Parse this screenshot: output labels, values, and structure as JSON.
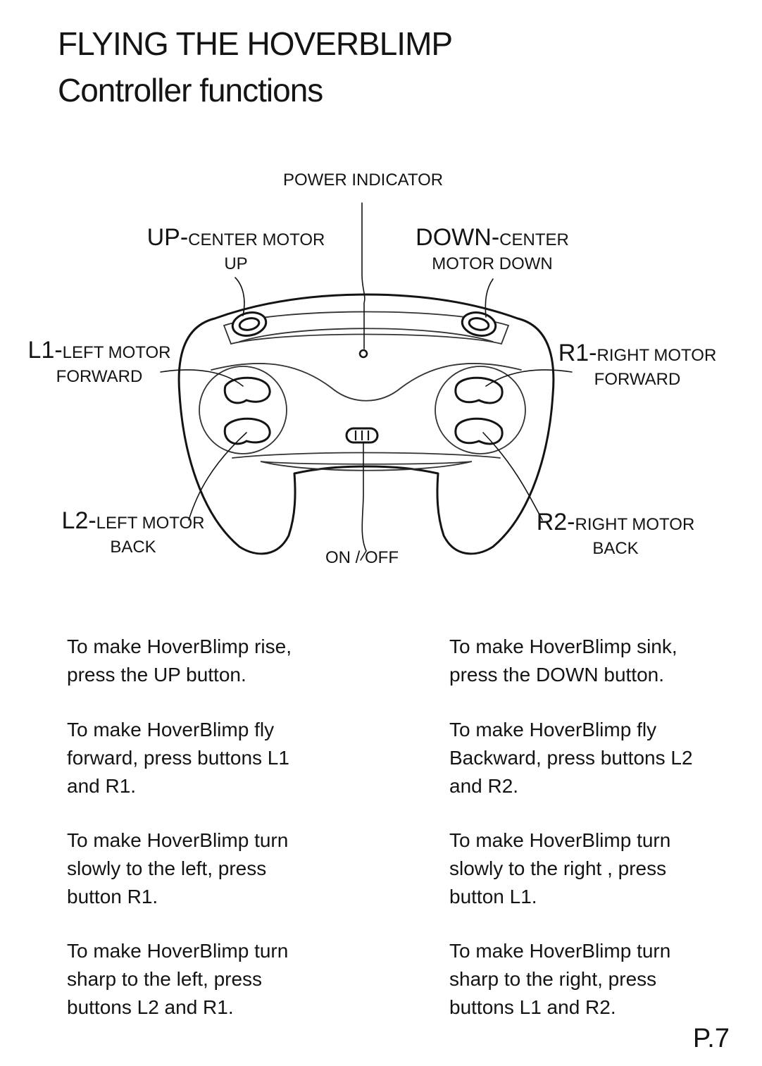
{
  "page": {
    "title": "FLYING THE HOVERBLIMP",
    "subtitle": "Controller functions",
    "page_number": "P.7"
  },
  "diagram": {
    "power_indicator": "POWER INDICATOR",
    "up": {
      "key": "UP-",
      "line1": "CENTER MOTOR",
      "line2": "UP"
    },
    "down": {
      "key": "DOWN-",
      "line1": "CENTER",
      "line2": "MOTOR DOWN"
    },
    "l1": {
      "key": "L1-",
      "line1": "LEFT MOTOR",
      "line2": "FORWARD"
    },
    "r1": {
      "key": "R1-",
      "line1": "RIGHT MOTOR",
      "line2": "FORWARD"
    },
    "l2": {
      "key": "L2-",
      "line1": "LEFT MOTOR",
      "line2": "BACK"
    },
    "r2": {
      "key": "R2-",
      "line1": "RIGHT MOTOR",
      "line2": "BACK"
    },
    "on_off": "ON / OFF"
  },
  "instructions": {
    "rise": [
      "To make HoverBlimp rise,",
      "press the UP button."
    ],
    "sink": [
      "To make HoverBlimp sink,",
      "press the DOWN button."
    ],
    "forward": [
      "To make HoverBlimp fly",
      "forward, press buttons L1",
      "and R1."
    ],
    "backward": [
      "To make HoverBlimp fly",
      "Backward, press buttons L2",
      "and R2."
    ],
    "slow_left": [
      "To make HoverBlimp turn",
      "slowly to the left, press",
      "button R1."
    ],
    "slow_right": [
      "To make HoverBlimp turn",
      "slowly to the right , press",
      "button L1."
    ],
    "sharp_left": [
      "To make HoverBlimp turn",
      "sharp to the left, press",
      "buttons L2 and R1."
    ],
    "sharp_right": [
      "To make HoverBlimp turn",
      "sharp to the right, press",
      "buttons L1 and R2."
    ]
  }
}
